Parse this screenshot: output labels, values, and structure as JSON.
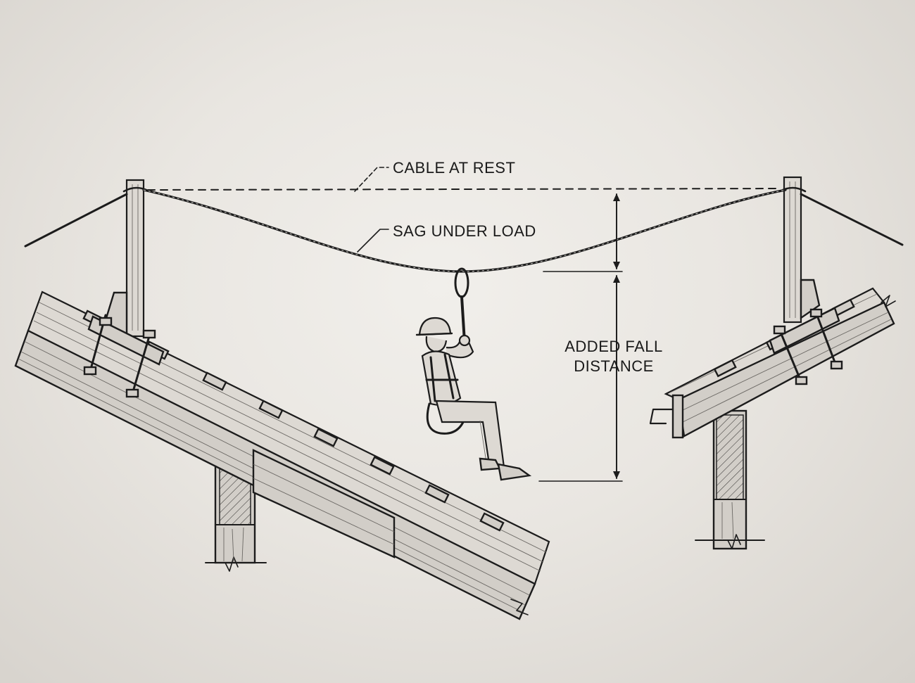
{
  "labels": {
    "cable_at_rest": "CABLE AT REST",
    "sag_under_load": "SAG UNDER LOAD",
    "added_fall_line1": "ADDED FALL",
    "added_fall_line2": "DISTANCE"
  },
  "colors": {
    "ink": "#1c1c1c",
    "paper": "#ece9e4",
    "wood_shade": "#d2cec8"
  }
}
